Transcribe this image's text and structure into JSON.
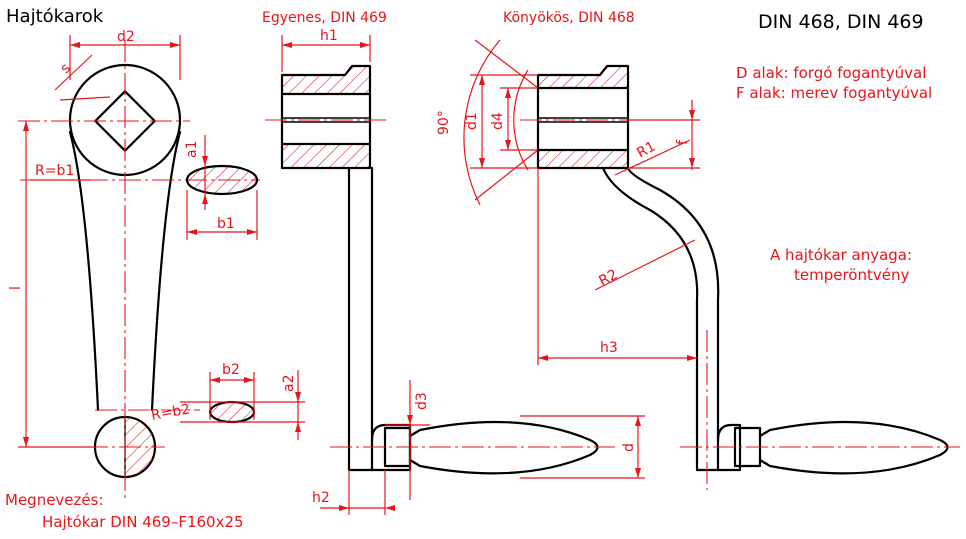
{
  "title_left": "Hajtókarok",
  "title_right": "DIN 468, DIN 469",
  "view_straight": "Egyenes, DIN 469",
  "view_elbow": "Könyökös, DIN 468",
  "notes": {
    "type_d": "D alak: forgó fogantyúval",
    "type_f": "F alak: merev fogantyúval",
    "material_line1": "A hajtókar anyaga:",
    "material_line2": "temperöntvény"
  },
  "designation": {
    "label": "Megnevezés:",
    "value": "Hajtókar DIN 469–F160x25"
  },
  "dimensions": {
    "d2": "d2",
    "s": "s",
    "R_b1": "R=b1",
    "a1": "a1",
    "b1": "b1",
    "l": "l",
    "b2": "b2",
    "a2": "a2",
    "R_b2": "R=b2",
    "h1": "h1",
    "h2": "h2",
    "d3": "d3",
    "d": "d",
    "angle": "90°",
    "d1": "d1",
    "d4": "d4",
    "f": "f",
    "R1": "R1",
    "R2": "R2",
    "h3": "h3"
  },
  "colors": {
    "dimension": "#e8151b",
    "outline": "#000000"
  }
}
